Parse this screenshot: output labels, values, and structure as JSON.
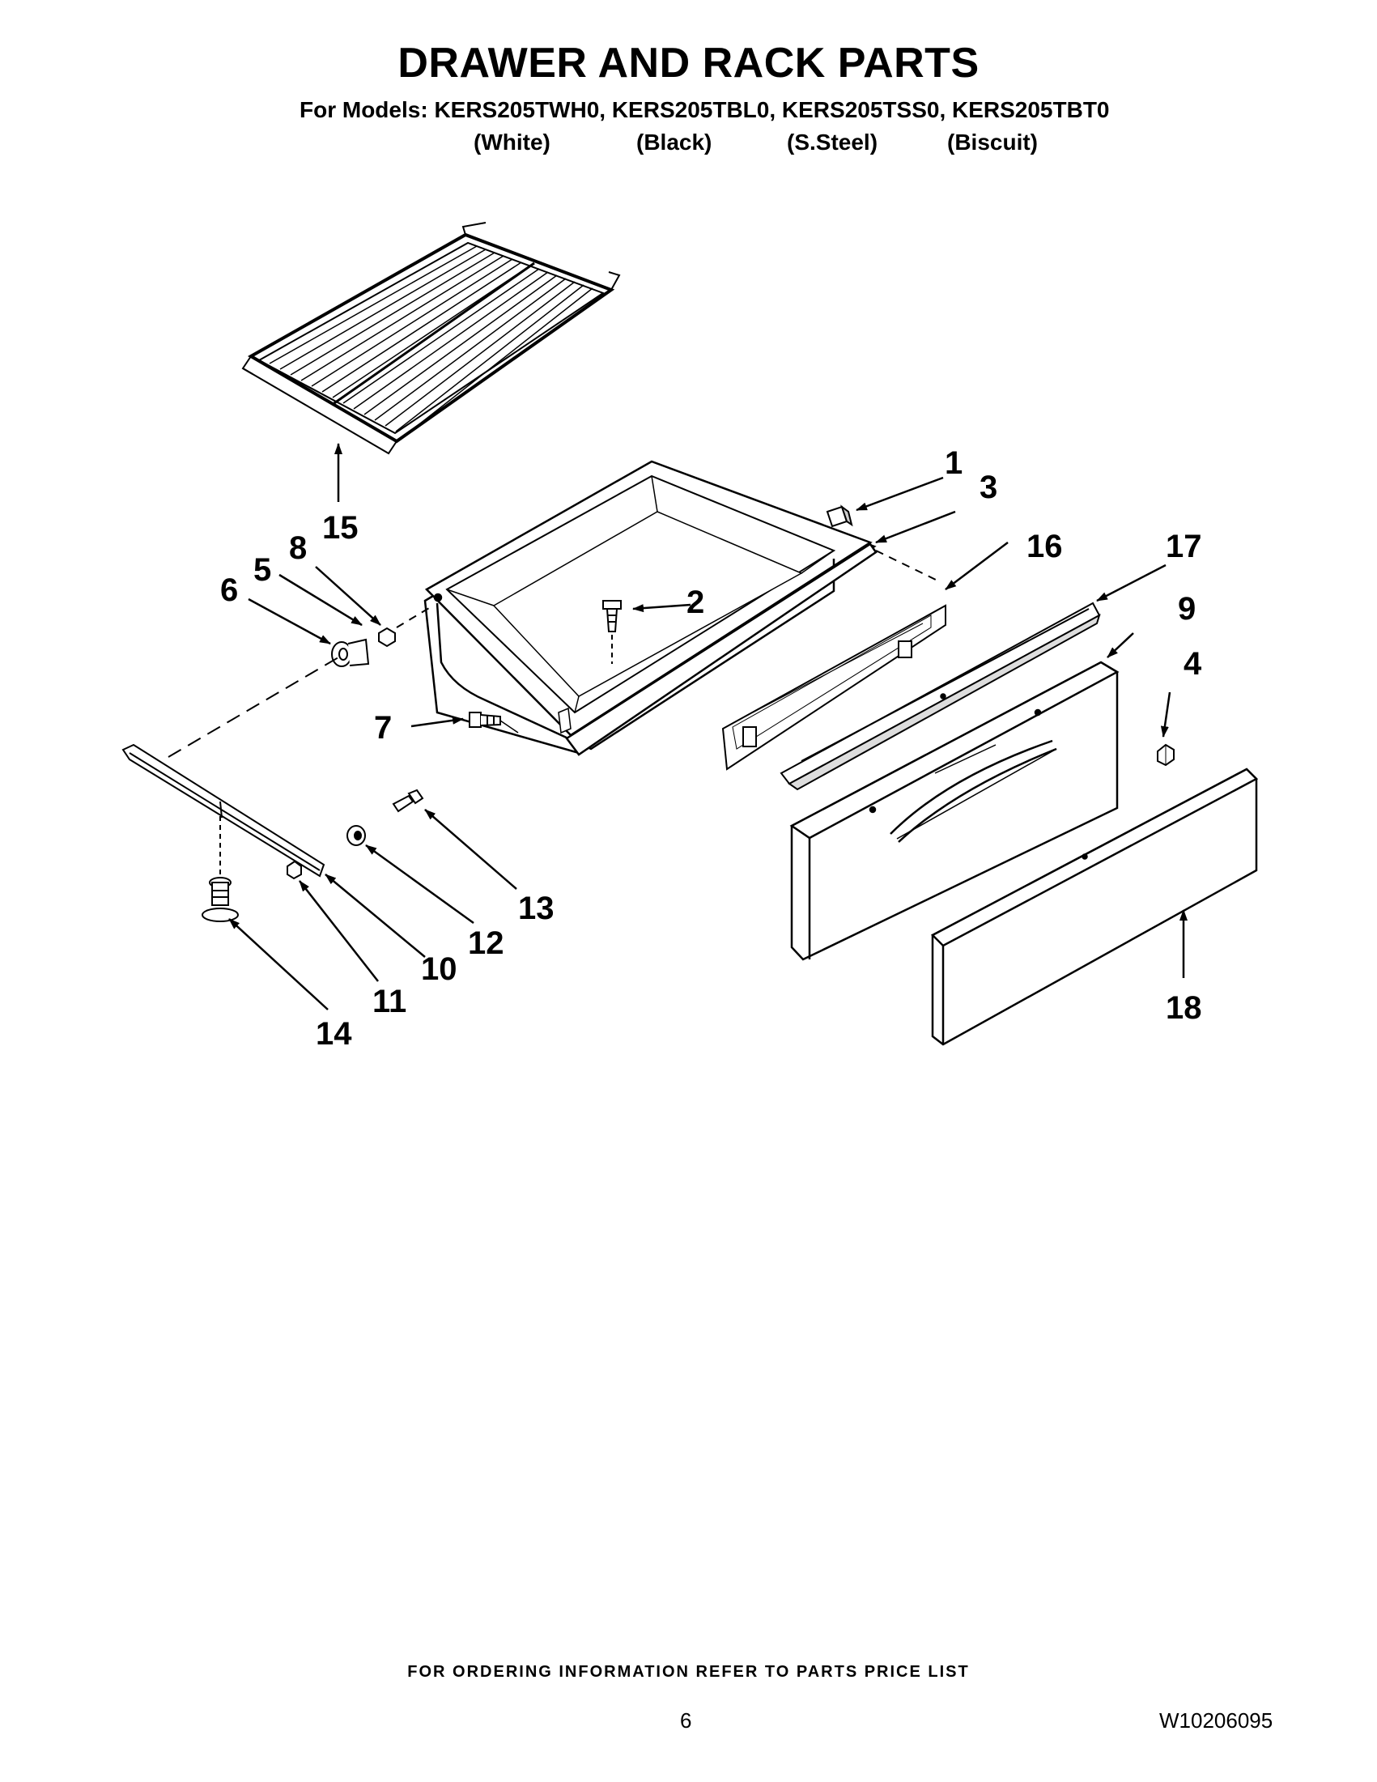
{
  "header": {
    "title": "DRAWER AND RACK PARTS",
    "models": "For Models: KERS205TWH0, KERS205TBL0, KERS205TSS0, KERS205TBT0",
    "finishes": [
      "(White)",
      "(Black)",
      "(S.Steel)",
      "(Biscuit)"
    ]
  },
  "callouts": {
    "c1": "1",
    "c2": "2",
    "c3": "3",
    "c4": "4",
    "c5": "5",
    "c6": "6",
    "c7": "7",
    "c8": "8",
    "c9": "9",
    "c10": "10",
    "c11": "11",
    "c12": "12",
    "c13": "13",
    "c14": "14",
    "c15": "15",
    "c16": "16",
    "c17": "17",
    "c18": "18"
  },
  "footer": {
    "ordering_note": "FOR ORDERING INFORMATION REFER TO PARTS PRICE LIST",
    "page_number": "6",
    "document_number": "W10206095"
  }
}
